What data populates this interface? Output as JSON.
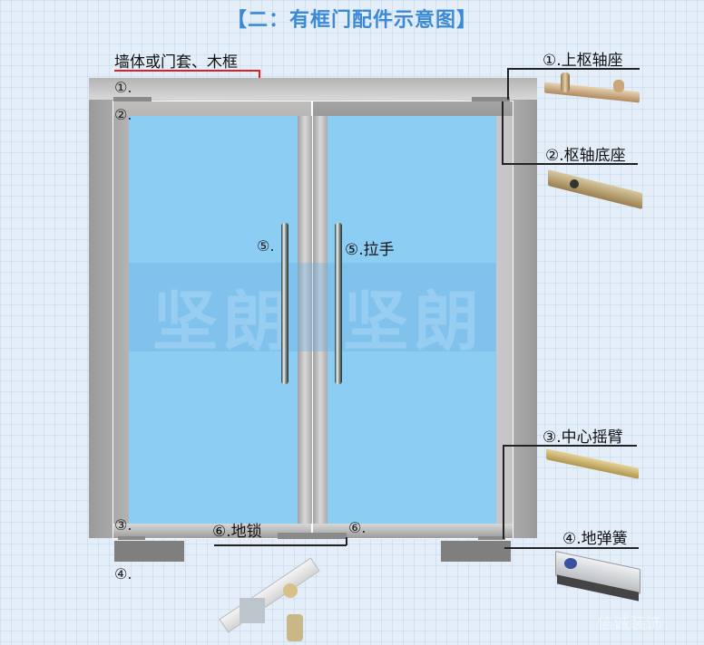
{
  "title": "【二：有框门配件示意图】",
  "wall_label": "墙体或门套、木框",
  "watermark": [
    "坚朗",
    "坚朗"
  ],
  "corner_watermark": "信诚装饰",
  "markers": {
    "m1": "①.",
    "m2": "②.",
    "m3": "③.",
    "m4": "④.",
    "m5_left": "⑤.",
    "m6_right": "⑥."
  },
  "parts": [
    {
      "id": 1,
      "label": "①.上枢轴座",
      "name": "上枢轴座"
    },
    {
      "id": 2,
      "label": "②.枢轴底座",
      "name": "枢轴底座"
    },
    {
      "id": 3,
      "label": "③.中心摇臂",
      "name": "中心摇臂"
    },
    {
      "id": 4,
      "label": "④.地弹簧",
      "name": "地弹簧"
    },
    {
      "id": 5,
      "label": "⑤.拉手",
      "name": "拉手"
    },
    {
      "id": 6,
      "label": "⑥.地锁",
      "name": "地锁"
    }
  ],
  "colors": {
    "title": "#3c8ad6",
    "glass": "#8ccdf3",
    "frame": "#c8c8c8",
    "leader_red": "#e02020",
    "floor_block": "#7f7f7f"
  }
}
